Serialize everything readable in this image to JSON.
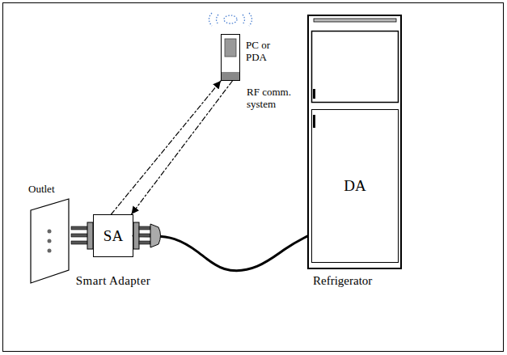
{
  "diagram": {
    "nodes": [
      {
        "text": [
          "PC or PDA"
        ]
      },
      {
        "text": [
          "Outlet"
        ]
      },
      {
        "text": [
          "SA",
          "Smart Adapter"
        ]
      },
      {
        "text": [
          "Refrigerator"
        ]
      },
      {
        "text": [
          "DA"
        ],
        "in": 3
      }
    ],
    "edges": [
      {
        "from": 2,
        "to": 0,
        "arrow": "to"
      },
      {
        "from": 0,
        "to": 2,
        "arrow": "to"
      },
      {
        "from": 2,
        "to": 3,
        "arrow": "none"
      }
    ],
    "labels": [
      "RF comm. system"
    ]
  }
}
